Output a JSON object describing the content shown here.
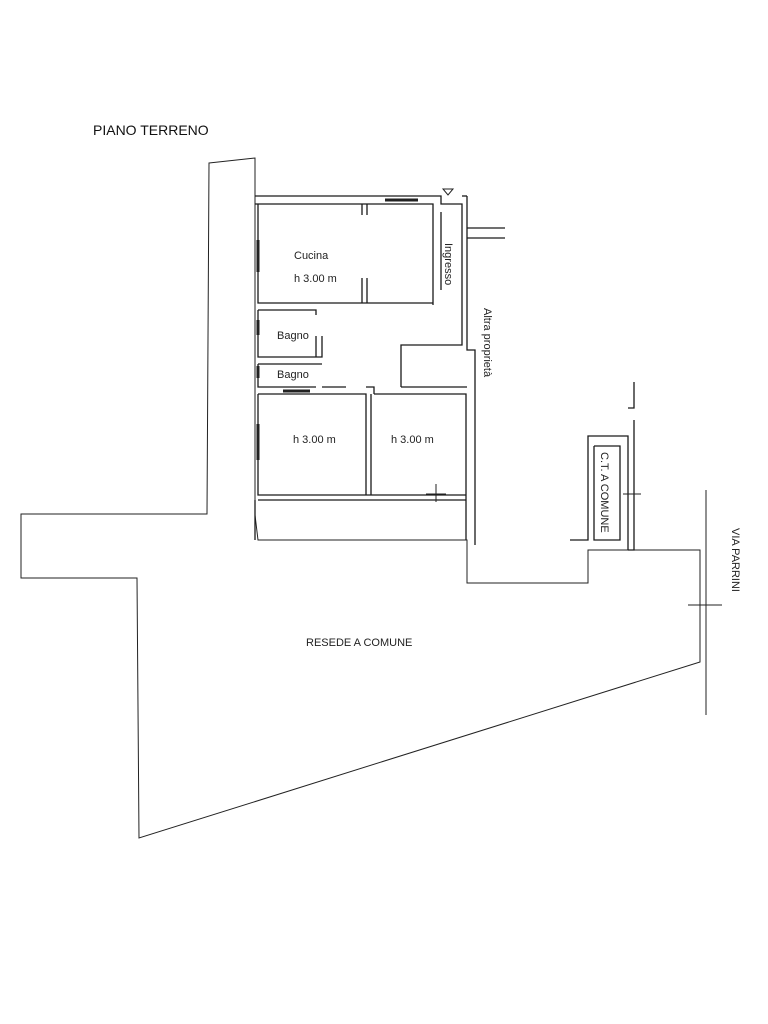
{
  "floor_title": "PIANO TERRENO",
  "rooms": {
    "cucina": "Cucina",
    "cucina_height": "h 3.00 m",
    "ingresso": "Ingresso",
    "bagno_1": "Bagno",
    "bagno_2": "Bagno",
    "room_left_height": "h 3.00 m",
    "room_right_height": "h 3.00 m"
  },
  "labels": {
    "altra_proprieta": "Altra proprietà",
    "ct_comune": "C.T. A COMUNE",
    "via": "VIA PARRINI",
    "resede": "RESEDE A COMUNE"
  }
}
